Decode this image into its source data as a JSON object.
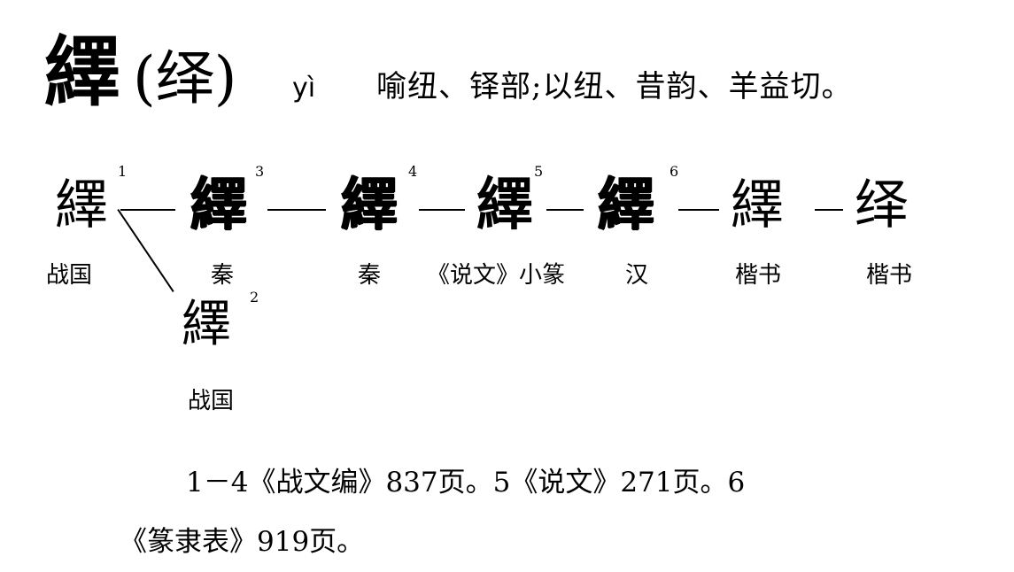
{
  "entry": {
    "traditional": "繹",
    "simplified_paren": "(绎)",
    "pinyin": "yì",
    "fanqie": "喻纽、铎部;以纽、昔韵、羊益切。"
  },
  "evolution": [
    {
      "index": "1",
      "glyph": "繹",
      "era": "战国"
    },
    {
      "index": "3",
      "glyph": "繹",
      "era": "秦"
    },
    {
      "index": "4",
      "glyph": "繹",
      "era": "秦"
    },
    {
      "index": "5",
      "glyph": "繹",
      "era": "《说文》小篆"
    },
    {
      "index": "6",
      "glyph": "繹",
      "era": "汉"
    },
    {
      "index": "",
      "glyph": "繹",
      "era": "楷书"
    },
    {
      "index": "",
      "glyph": "绎",
      "era": "楷书"
    }
  ],
  "branch": {
    "index": "2",
    "glyph": "繹",
    "era": "战国"
  },
  "sources": {
    "line1": "1－4《战文编》837页。5《说文》271页。6",
    "line2": "《篆隶表》919页。"
  }
}
